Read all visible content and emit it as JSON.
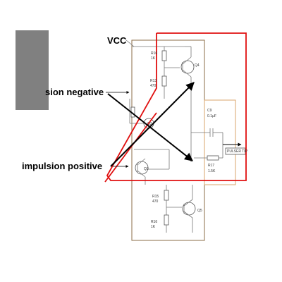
{
  "labels": {
    "vcc": "VCC",
    "negative": "sion negative",
    "positive": "impulsion positive"
  },
  "components": {
    "r16_top": {
      "name": "R16",
      "value": "1K"
    },
    "r13": {
      "name": "R13",
      "value": "470"
    },
    "q4": "Q4",
    "q2": "Q2",
    "q3": "Q3",
    "c9": {
      "name": "C9",
      "value": "0.1µF"
    },
    "r17": {
      "name": "R17",
      "value": "1.5K"
    },
    "pulser": "PULSER TIP",
    "r15": {
      "name": "R15",
      "value": "470"
    },
    "r16_bot": {
      "name": "R16",
      "value": "1K"
    },
    "q5": "Q5"
  },
  "colors": {
    "gray_block": "#808080",
    "brown_frame": "#8b6d47",
    "orange_frame": "#d9a66b",
    "red_path": "#e01010",
    "arrows": "#000000"
  }
}
